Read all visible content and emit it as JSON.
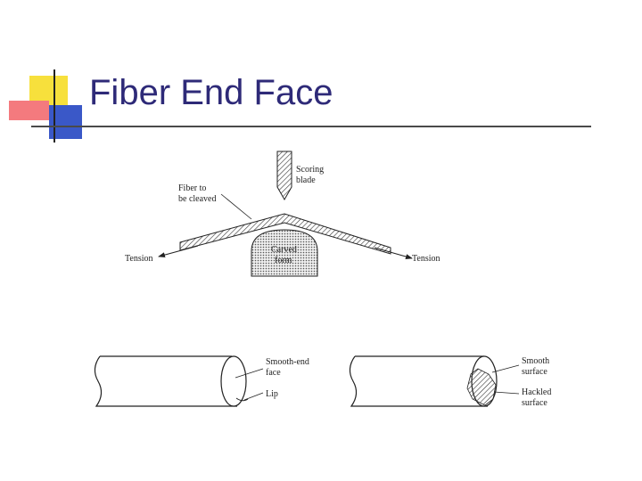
{
  "slide": {
    "title": "Fiber End Face"
  },
  "cleave": {
    "scoring_blade": [
      "Scoring",
      "blade"
    ],
    "fiber_label": [
      "Fiber to",
      "be cleaved"
    ],
    "curved_form": [
      "Carved",
      "form"
    ],
    "tension_left": "Tension",
    "tension_right": "Tension"
  },
  "left_fiber": {
    "smooth_end_face": [
      "Smooth-end",
      "face"
    ],
    "lip": "Lip"
  },
  "right_fiber": {
    "smooth_surface": [
      "Smooth",
      "surface"
    ],
    "hackled_surface": [
      "Hackled",
      "surface"
    ]
  }
}
